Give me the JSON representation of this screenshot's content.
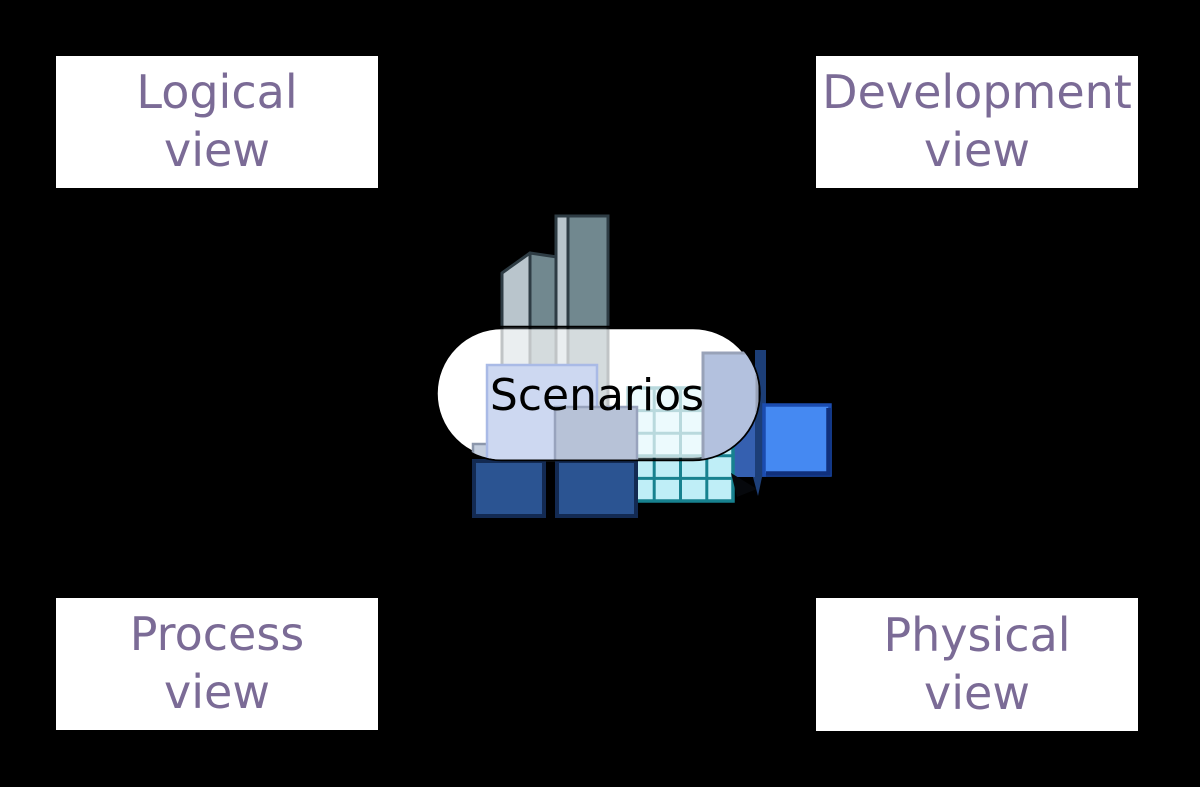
{
  "diagram": {
    "background_color": "#000000",
    "node_box_color": "#ffffff",
    "node_text_color": "#7b6b96",
    "nodes": {
      "logical": {
        "line1": "Logical",
        "line2": "view"
      },
      "development": {
        "line1": "Development",
        "line2": "view"
      },
      "process": {
        "line1": "Process",
        "line2": "view"
      },
      "physical": {
        "line1": "Physical",
        "line2": "view"
      }
    },
    "center": {
      "label": "Scenarios",
      "pill_fill": "#ffffff",
      "pill_border": "#000000",
      "label_color": "#000000"
    },
    "illustration_colors": {
      "tower_dark": "#71888f",
      "tower_light": "#b9c5cc",
      "tower_outline": "#2e3c44",
      "window_grid_cell": "#bfeef7",
      "window_grid_line": "#17818f",
      "lavender_building": "#cdd8f1",
      "gray_building": "#b7c2d7",
      "slab_building": "#c5cfdf",
      "blue_gray_building": "#b3c1de",
      "navy_block": "#2b5492",
      "navy_block_border": "#132a52",
      "fold_panel": "#3560b0",
      "navy_strip": "#1c3e77",
      "bright_blue_square": "#4589f2",
      "bright_blue_border": "#1b4cb0"
    }
  }
}
